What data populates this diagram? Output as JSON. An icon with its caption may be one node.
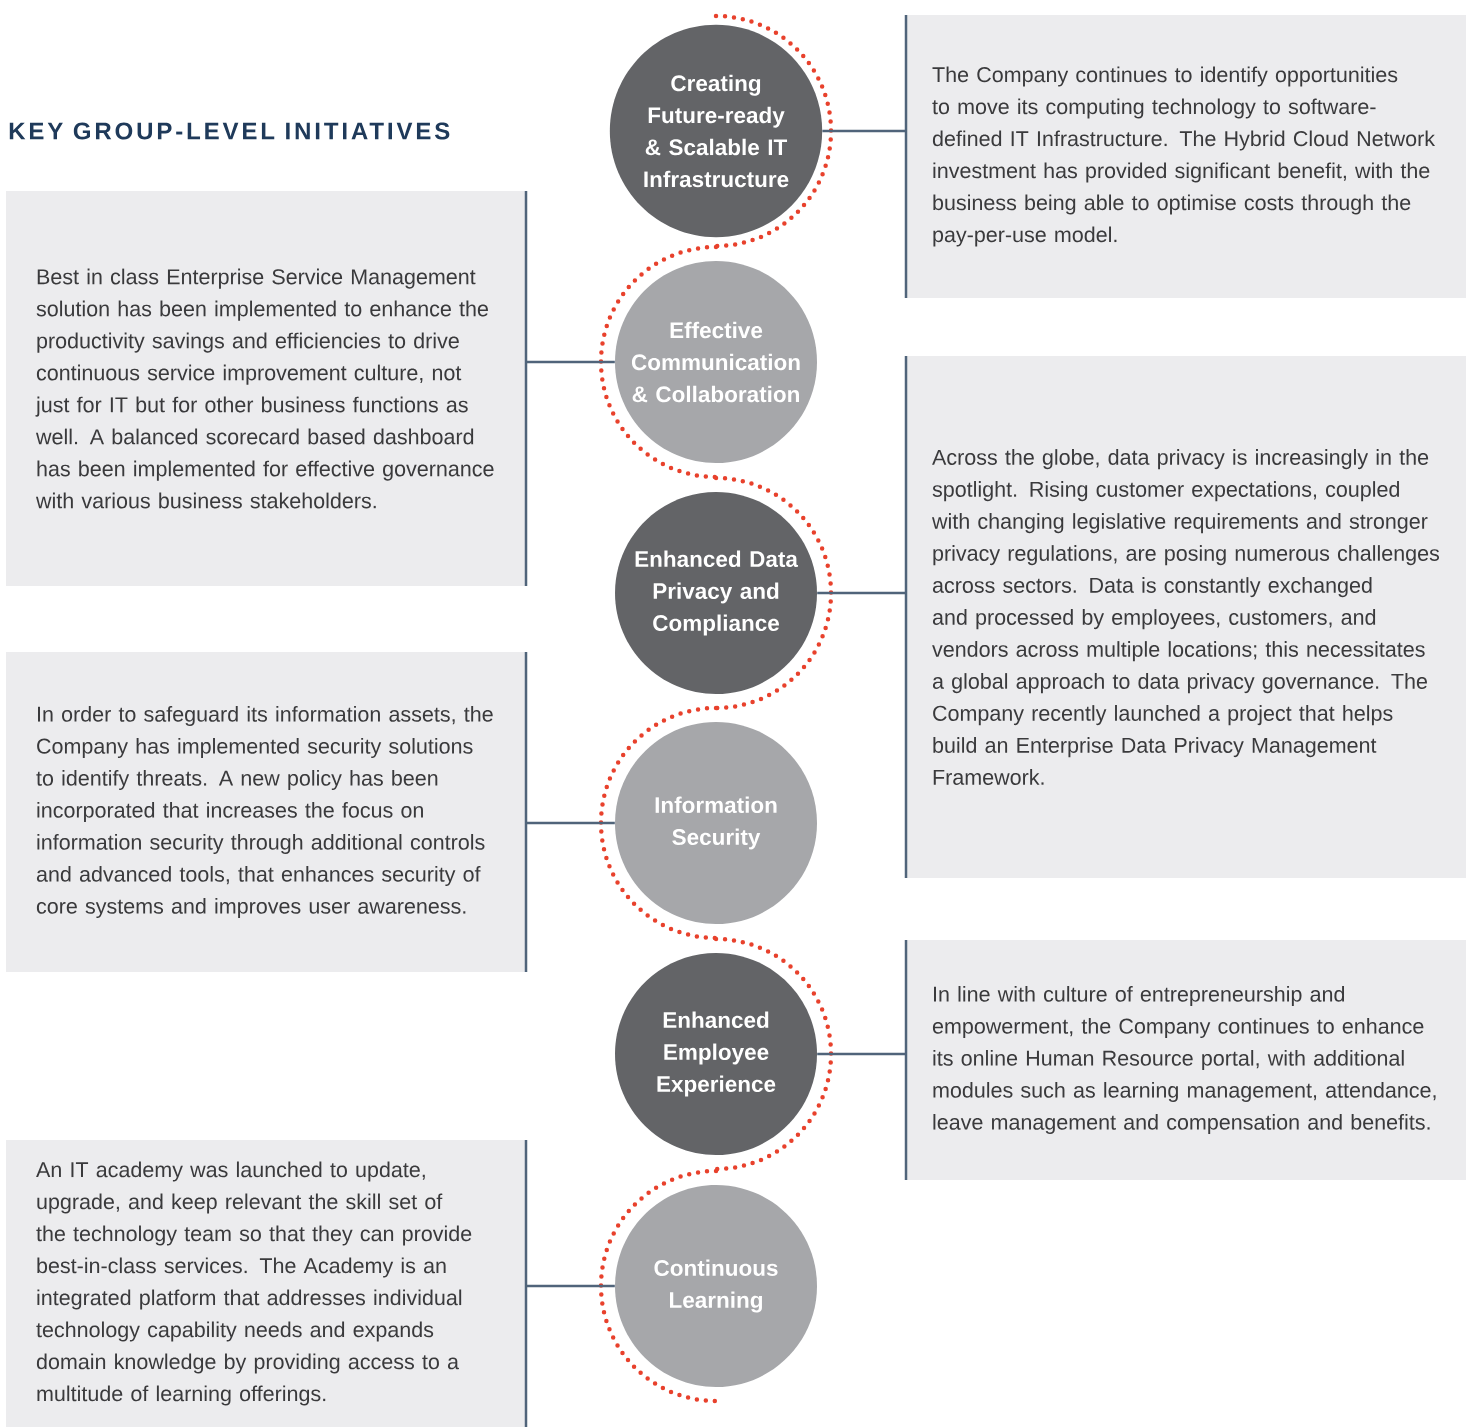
{
  "diagram": {
    "title": "KEY GROUP-LEVEL INITIATIVES",
    "nodes": [
      {
        "text": [
          "Creating Future-ready & Scalable IT Infrastructure"
        ]
      },
      {
        "text": [
          "Effective Communication & Collaboration"
        ]
      },
      {
        "text": [
          "Enhanced Data Privacy and Compliance"
        ]
      },
      {
        "text": [
          "Information Security"
        ]
      },
      {
        "text": [
          "Enhanced Employee Experience"
        ]
      },
      {
        "text": [
          "Continuous Learning"
        ]
      },
      {
        "text": [
          "The Company continues to identify opportunities to move its computing technology to software-defined IT Infrastructure. The Hybrid Cloud Network investment has provided significant benefit, with the business being able to optimise costs through the pay-per-use model."
        ]
      },
      {
        "text": [
          "Best in class Enterprise Service Management solution has been implemented to enhance the productivity savings and efficiencies to drive continuous service improvement culture, not just for IT but for other business functions as well. A balanced scorecard based dashboard has been implemented for effective governance with various business stakeholders."
        ]
      },
      {
        "text": [
          "Across the globe, data privacy is increasingly in the spotlight. Rising customer expectations, coupled with changing legislative requirements and stronger privacy regulations, are posing numerous challenges across sectors. Data is constantly exchanged and processed by employees, customers, and vendors across multiple locations; this necessitates a global approach to data privacy governance. The Company recently launched a project that helps build an Enterprise Data Privacy Management Framework."
        ]
      },
      {
        "text": [
          "In order to safeguard its information assets, the Company has implemented security solutions to identify threats. A new policy has been incorporated that increases the focus on information security through additional controls and advanced tools, that enhances security of core systems and improves user awareness."
        ]
      },
      {
        "text": [
          "In line with culture of entrepreneurship and empowerment, the Company continues to enhance its online Human Resource portal, with additional modules such as learning management, attendance, leave management and compensation and benefits."
        ]
      },
      {
        "text": [
          "An IT academy was launched to update, upgrade, and keep relevant the skill set of the technology team so that they can provide best-in-class services. The Academy is an integrated platform that addresses individual technology capability needs and expands domain knowledge by providing access to a multitude of learning offerings."
        ]
      }
    ],
    "edges": [
      {
        "from": 0,
        "to": 6,
        "arrow": "none"
      },
      {
        "from": 1,
        "to": 7,
        "arrow": "none"
      },
      {
        "from": 2,
        "to": 8,
        "arrow": "none"
      },
      {
        "from": 3,
        "to": 9,
        "arrow": "none"
      },
      {
        "from": 4,
        "to": 10,
        "arrow": "none"
      },
      {
        "from": 5,
        "to": 11,
        "arrow": "none"
      }
    ]
  }
}
